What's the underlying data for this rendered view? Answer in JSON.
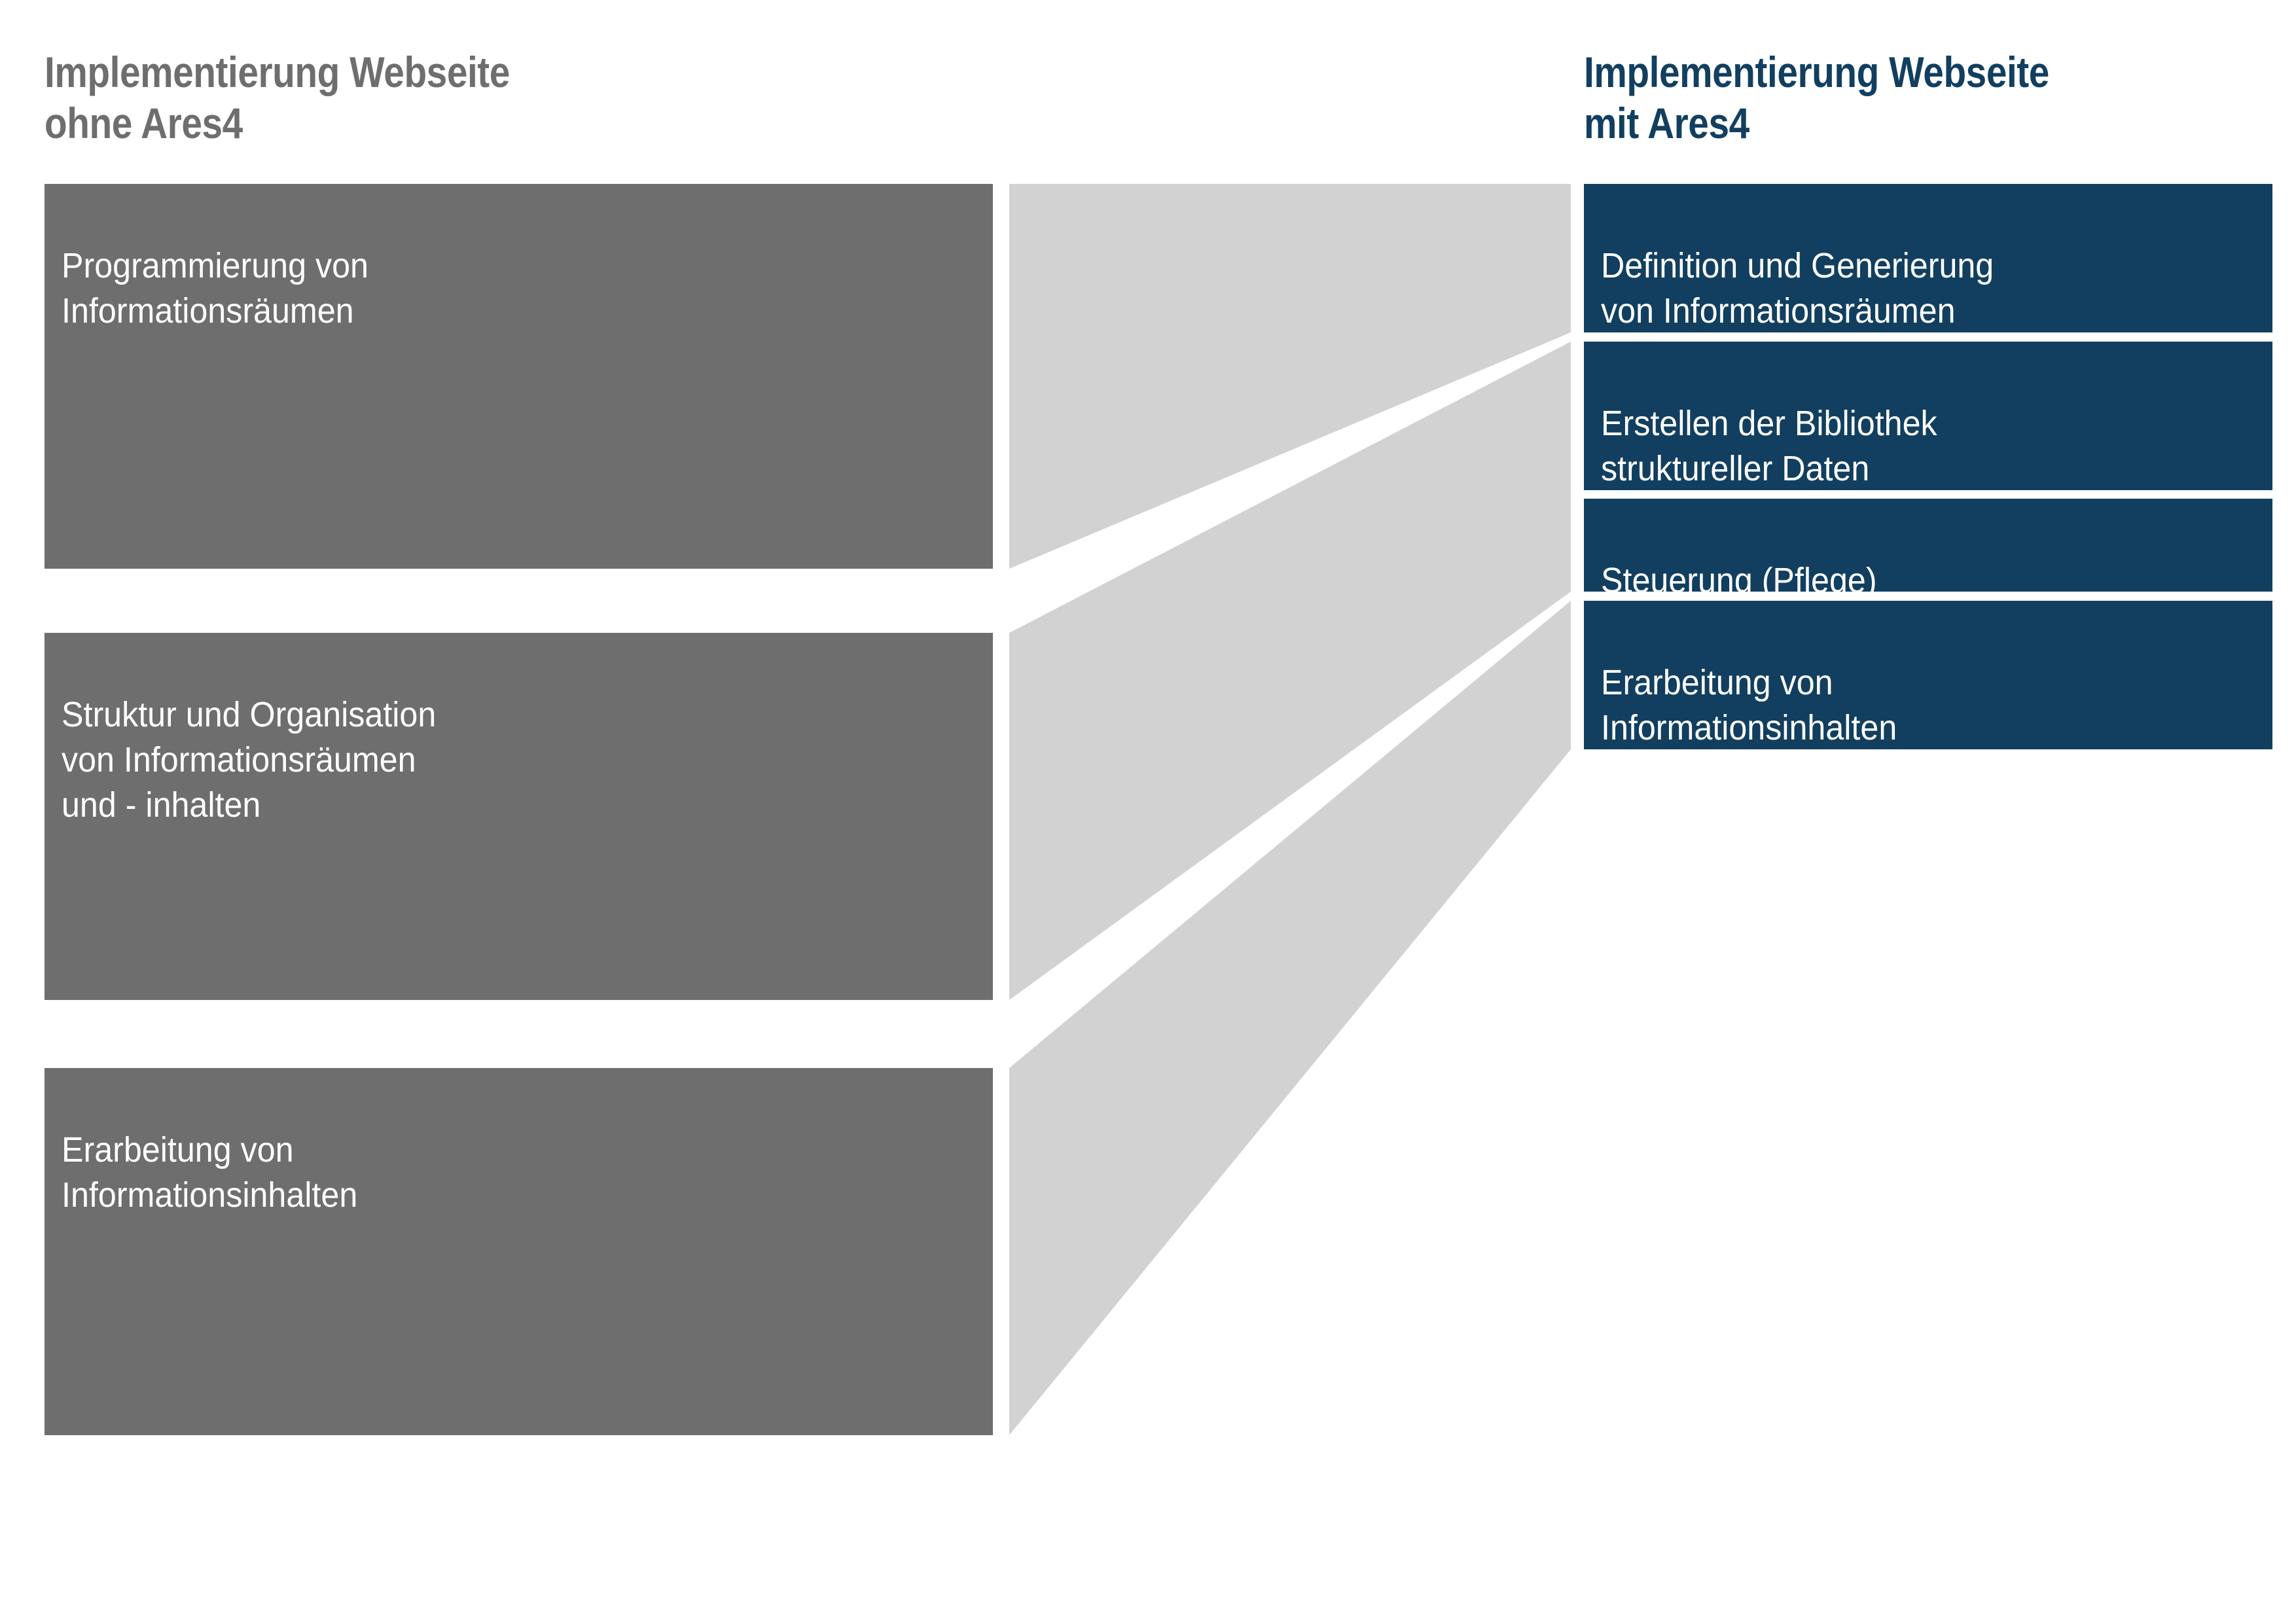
{
  "headings": {
    "left": "Implementierung Webseite\nohne Ares4",
    "right": "Implementierung Webseite\nmit Ares4"
  },
  "colors": {
    "grey_box": "#6e6e6e",
    "blue_box": "#123f5f",
    "ribbon": "#d2d2d2",
    "background": "#ffffff",
    "heading_left": "#6e6e6e",
    "heading_right": "#123f5f",
    "box_text": "#ffffff"
  },
  "left_column": {
    "title": "Implementierung Webseite ohne Ares4",
    "boxes": [
      {
        "label": "Programmierung von\nInformationsräumen"
      },
      {
        "label": "Struktur und Organisation\nvon Informationsräumen\nund - inhalten"
      },
      {
        "label": "Erarbeitung von\nInformationsinhalten"
      }
    ]
  },
  "right_column": {
    "title": "Implementierung Webseite mit Ares4",
    "boxes": [
      {
        "label": "Definition und Generierung\nvon Informationsräumen"
      },
      {
        "label": "Erstellen der Bibliothek\nstruktureller Daten"
      },
      {
        "label": "Steuerung (Pflege)"
      },
      {
        "label": "Erarbeitung von\nInformationsinhalten"
      }
    ]
  },
  "connectors": [
    {
      "from": "Programmierung von Informationsräumen",
      "to": "Definition und Generierung von Informationsräumen"
    },
    {
      "from": "Struktur und Organisation von Informationsräumen und - inhalten",
      "to": "Erstellen der Bibliothek struktureller Daten / Steuerung (Pflege)"
    },
    {
      "from": "Erarbeitung von Informationsinhalten",
      "to": "Erarbeitung von Informationsinhalten"
    }
  ]
}
